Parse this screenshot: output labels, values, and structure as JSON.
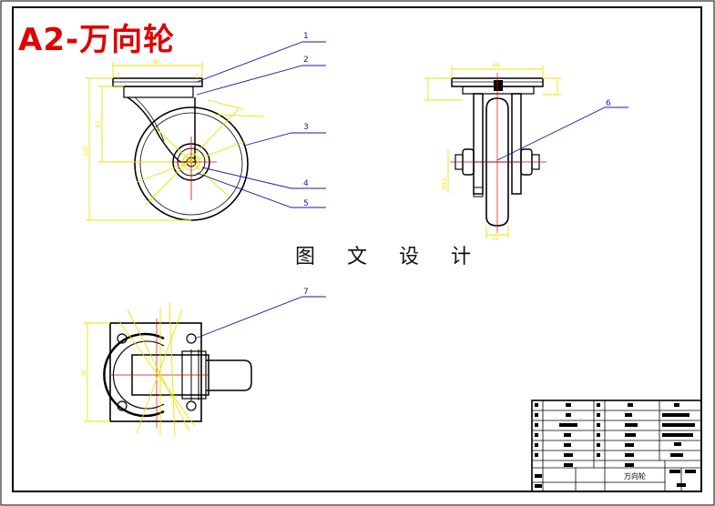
{
  "title": "A2-万向轮",
  "watermark": "图 文 设 计",
  "part_numbers": [
    "1",
    "2",
    "3",
    "4",
    "5",
    "6",
    "7"
  ],
  "dimensions": {
    "front_top": "80",
    "front_height": "120",
    "front_mid": "67",
    "side_top": "68",
    "side_bottom": "20",
    "side_left": "Ø12",
    "plan_height": "70"
  },
  "title_block": {
    "drawing_name": "万向轮"
  },
  "colors": {
    "frame": "#000000",
    "dimension": "#e6e600",
    "leader": "#1a1aa0",
    "centerline": "#e00000",
    "title": "#e00000"
  }
}
